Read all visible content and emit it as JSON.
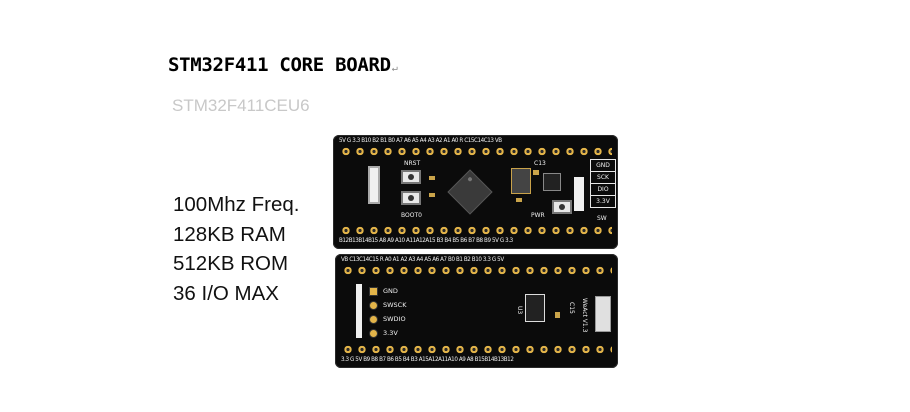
{
  "title": "STM32F411 CORE BOARD",
  "title_mark": "↵",
  "subtitle": "STM32F411CEU6",
  "specs": [
    "100Mhz Freq.",
    "128KB RAM",
    "512KB ROM",
    "36 I/O MAX"
  ],
  "board_top": {
    "top_pins": "5V G 3.3 B10 B2 B1 B0 A7 A6 A5 A4 A3 A2 A1 A0 R C15C14C13 VB",
    "bottom_pins": "B12B13B14B15 A8 A9 A10 A11A12A15 B3 B4 B5 B6 B7 B8 B9 5V G 3.3",
    "nrst_label": "NRST",
    "boot0_label": "BOOT0",
    "c13_label": "C13",
    "pwr_label": "PWR",
    "swd_labels": [
      "GND",
      "SCK",
      "DIO",
      "3.3V"
    ],
    "sw_label": "SW"
  },
  "board_bottom": {
    "top_pins": "VB C13C14C15 R A0 A1 A2 A3 A4 A5 A6 A7 B0 B1 B2 B10 3.3 G 5V",
    "bottom_pins": "3.3 G 5V B9 B8 B7 B6 B5 B4 B3 A15A12A11A10 A9 A8 B15B14B13B12",
    "legend": [
      "GND",
      "SWSCK",
      "SWDIO",
      "3.3V"
    ],
    "u3_label": "U3",
    "c15_label": "C15",
    "weact_label": "WeAct V1.3"
  }
}
